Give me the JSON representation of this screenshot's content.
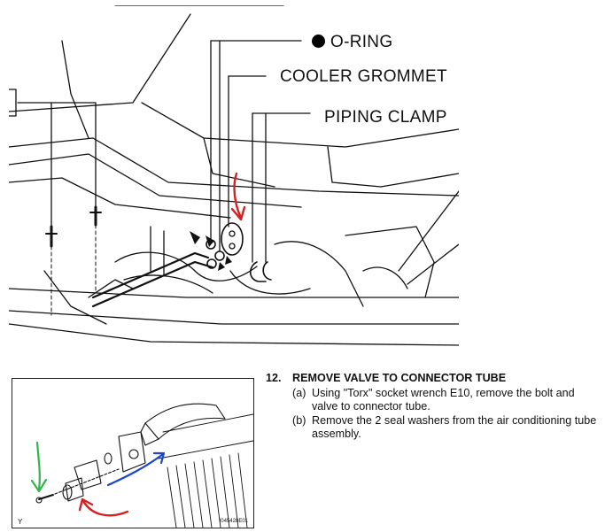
{
  "callouts": {
    "oring": "O-RING",
    "grommet": "COOLER GROMMET",
    "clamp": "PIPING CLAMP"
  },
  "step": {
    "number": "12.",
    "title": "REMOVE VALVE TO CONNECTOR TUBE",
    "items": [
      {
        "label": "(a)",
        "text": "Using \"Torx\" socket wrench E10, remove the bolt and valve to connector tube."
      },
      {
        "label": "(b)",
        "text": "Remove the 2 seal washers from the air conditioning tube assembly."
      }
    ]
  },
  "figure2": {
    "code": "I045428E01",
    "corner": "Y"
  },
  "colors": {
    "line": "#111111",
    "red_arrow": "#d42020",
    "green_arrow": "#2db84a",
    "blue_arrow": "#1f45c8"
  }
}
